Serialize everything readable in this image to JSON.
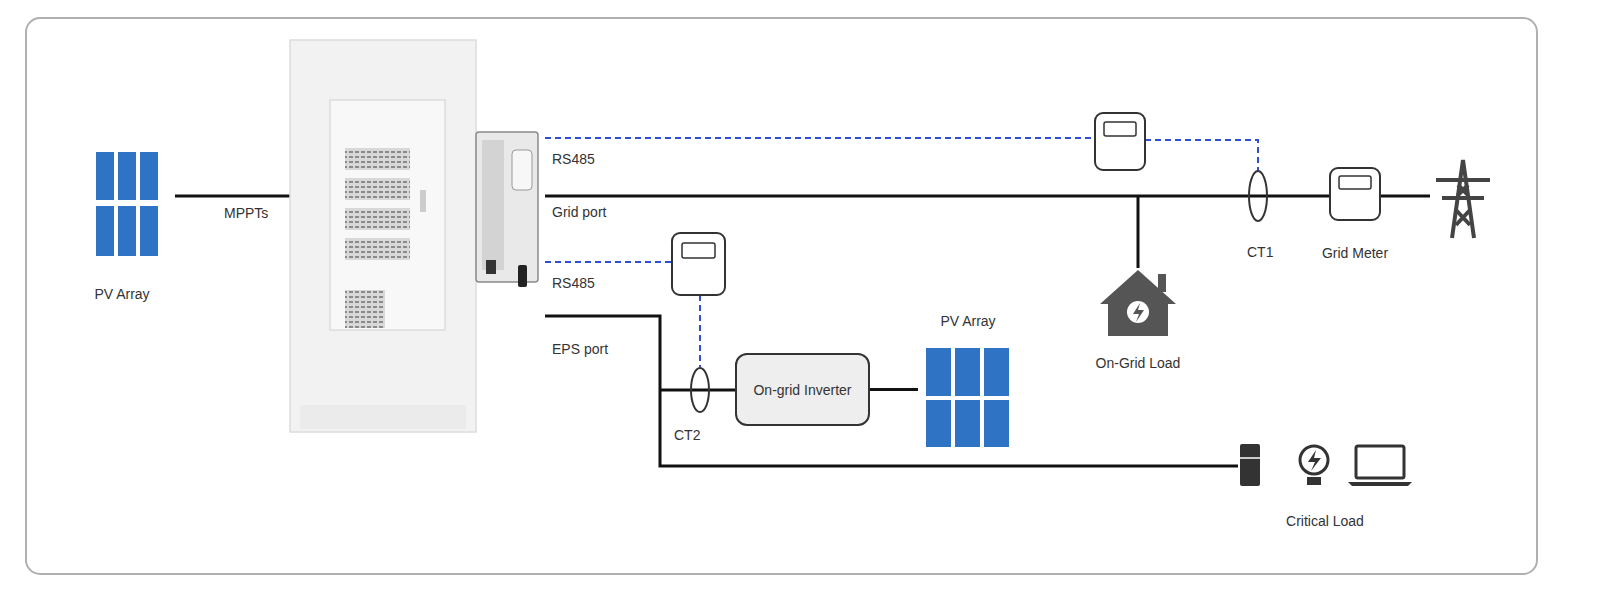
{
  "diagram": {
    "nodes": [
      {
        "text": [
          "PV Array"
        ]
      },
      {
        "text": [
          "On-grid Inverter"
        ]
      },
      {
        "text": [
          "PV Array"
        ]
      },
      {
        "text": [
          "On-Grid Load"
        ]
      },
      {
        "text": [
          "Critical Load"
        ]
      },
      {
        "text": [
          "Grid Meter"
        ]
      }
    ],
    "edges": [
      {
        "from": 1,
        "to": 2,
        "arrow": "none"
      }
    ],
    "labels": [
      "MPPTs",
      "RS485",
      "Grid port",
      "RS485",
      "EPS port",
      "CT1",
      "CT2"
    ]
  }
}
